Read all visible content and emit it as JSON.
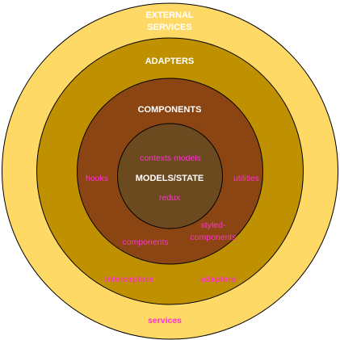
{
  "diagram": {
    "colors": {
      "outer_ring": "#ffd966",
      "adapters_ring": "#bf9000",
      "components_ring": "#8b4513",
      "core": "#6b4a20",
      "stroke": "#000000",
      "ring_label": "#ffffff",
      "item_label": "#ff33cc"
    },
    "rings": {
      "external_services": {
        "title_line1": "EXTERNAL",
        "title_line2": "SERVICES",
        "items": {
          "services": "services"
        }
      },
      "adapters": {
        "title": "ADAPTERS",
        "items": {
          "interceptors": "interceptors",
          "adapters": "adapters"
        }
      },
      "components": {
        "title": "COMPONENTS",
        "items": {
          "hooks": "hooks",
          "utilities": "utilities",
          "styled_components_line1": "styled-",
          "styled_components_line2": "components",
          "components": "components"
        }
      },
      "core": {
        "title": "MODELS/STATE",
        "items": {
          "contexts_models": "contexts models",
          "redux": "redux"
        }
      }
    }
  }
}
